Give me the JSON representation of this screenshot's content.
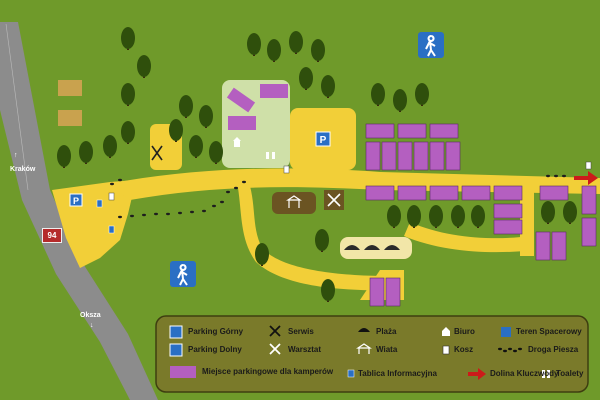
{
  "map": {
    "road_number": "94",
    "cities": {
      "north": "Kraków",
      "south": "Oksza"
    },
    "arrows": {
      "north": "↑",
      "south": "↓"
    },
    "icon_labels": {
      "parking": "P"
    }
  },
  "legend": {
    "items": [
      {
        "label": "Parking Górny",
        "icon": "parking-icon"
      },
      {
        "label": "Parking Dolny",
        "icon": "parking-icon"
      },
      {
        "label": "Serwis",
        "icon": "tools-icon"
      },
      {
        "label": "Warsztat",
        "icon": "wrench-icon"
      },
      {
        "label": "Plaża",
        "icon": "umbrella-icon"
      },
      {
        "label": "Wiata",
        "icon": "shelter-icon"
      },
      {
        "label": "Biuro",
        "icon": "office-icon"
      },
      {
        "label": "Kosz",
        "icon": "trash-icon"
      },
      {
        "label": "Teren Spacerowy",
        "icon": "walking-icon"
      },
      {
        "label": "Droga Piesza",
        "icon": "footpath-icon"
      },
      {
        "label": "Miejsce parkingowe dla kamperów",
        "icon": "camper-spot-icon"
      },
      {
        "label": "Tablica Informacyjna",
        "icon": "info-board-icon"
      },
      {
        "label": "Dolina Kluczwody",
        "icon": "red-arrow-icon"
      },
      {
        "label": "Toalety",
        "icon": "toilet-icon"
      }
    ]
  },
  "colors": {
    "grass": "#6f9a2a",
    "path": "#f2cf38",
    "road": "#8c8c8c",
    "camper_spot": "#b45fc0",
    "tree": "#2f4f0c",
    "legend_bg": "#7a7a2a",
    "info_blue": "#2a6fc4",
    "direction_arrow": "#cc1a1a"
  }
}
